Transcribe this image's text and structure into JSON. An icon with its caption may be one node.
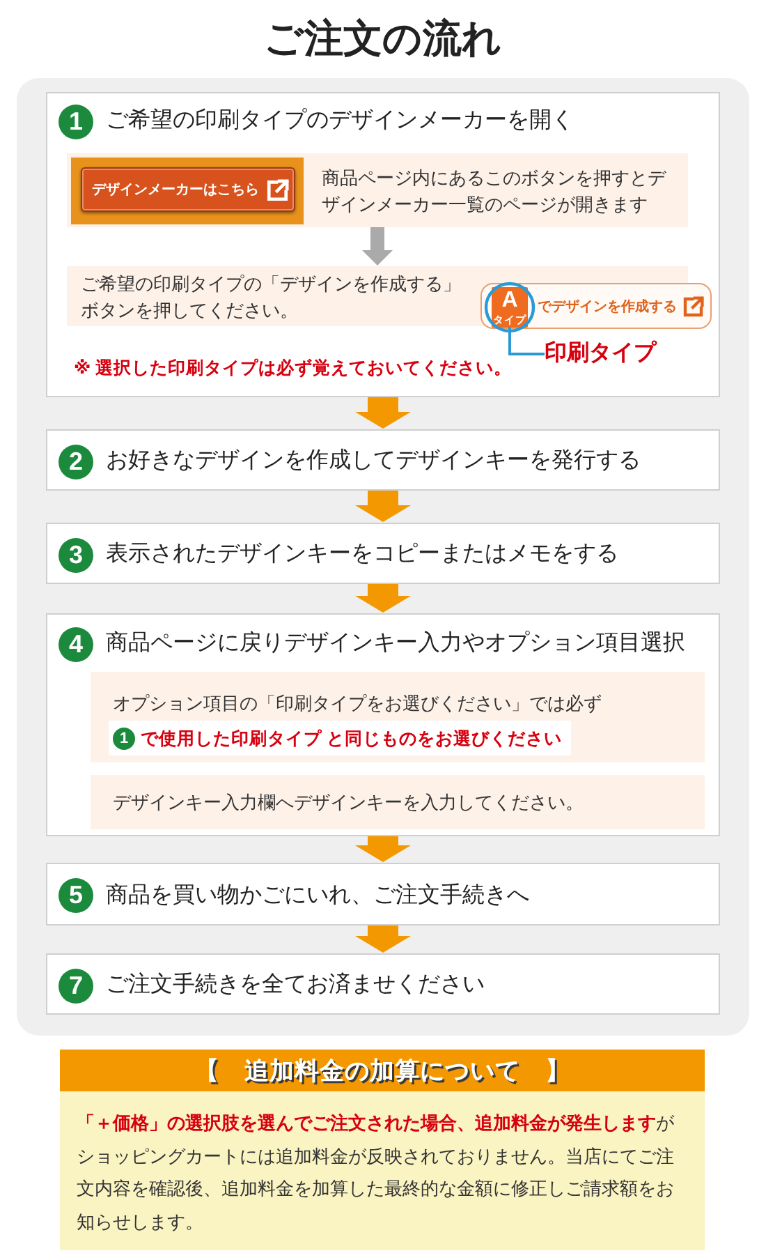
{
  "diagram": {
    "title": "ご注文の流れ",
    "nodes": [
      {
        "text": [
          "1",
          "ご希望の印刷タイプのデザインメーカーを開く",
          "※ 選択した印刷タイプは必ず覚えておいてください。"
        ]
      },
      {
        "text": [
          "商品ページ内にあるこのボタンを押すとデザインメーカー一覧のページが開きます"
        ],
        "in": 0
      },
      {
        "text": [
          "デザインメーカーはこちら"
        ],
        "in": 1
      },
      {
        "text": [
          "ご希望の印刷タイプの「デザインを作成する」ボタンを押してください。"
        ],
        "in": 0
      },
      {
        "text": [
          "でデザインを作成する"
        ],
        "in": 0
      },
      {
        "text": [
          "A",
          "タイプ"
        ],
        "in": 4
      },
      {
        "text": [
          "印刷タイプ"
        ],
        "in": 0
      },
      {
        "text": [
          "2",
          "お好きなデザインを作成してデザインキーを発行する"
        ]
      },
      {
        "text": [
          "3",
          "表示されたデザインキーをコピーまたはメモをする"
        ]
      },
      {
        "text": [
          "4",
          "商品ページに戻りデザインキー入力やオプション項目選択"
        ]
      },
      {
        "text": [
          "オプション項目の「印刷タイプをお選びください」では必ず",
          "1",
          "で使用した印刷タイプ と同じものをお選びください"
        ],
        "in": 9
      },
      {
        "text": [
          "デザインキー入力欄へデザインキーを入力してください。"
        ],
        "in": 9
      },
      {
        "text": [
          "5",
          "商品を買い物かごにいれ、ご注文手続きへ"
        ]
      },
      {
        "text": [
          "7",
          "ご注文手続きを全てお済ませください"
        ]
      },
      {
        "text": [
          "【　追加料金の加算について　】",
          "**「＋価格」の選択肢を選んでご注文された場合、追加料金が発生します**がショッピングカートには追加料金が反映されておりません。当店にてご注文内容を確認後、追加料金を加算した最終的な金額に修正しご請求額をお知らせします。"
        ]
      }
    ],
    "edges": [
      {
        "from": 1,
        "to": 3,
        "arrow": "to",
        "color": "#aaaaaa"
      },
      {
        "from": 6,
        "to": 5,
        "arrow": "none",
        "color": "#2a9ad6"
      },
      {
        "from": 0,
        "to": 7,
        "arrow": "to"
      },
      {
        "from": 7,
        "to": 8,
        "arrow": "to"
      },
      {
        "from": 8,
        "to": 9,
        "arrow": "to"
      },
      {
        "from": 9,
        "to": 12,
        "arrow": "to"
      },
      {
        "from": 12,
        "to": 13,
        "arrow": "to"
      }
    ]
  }
}
